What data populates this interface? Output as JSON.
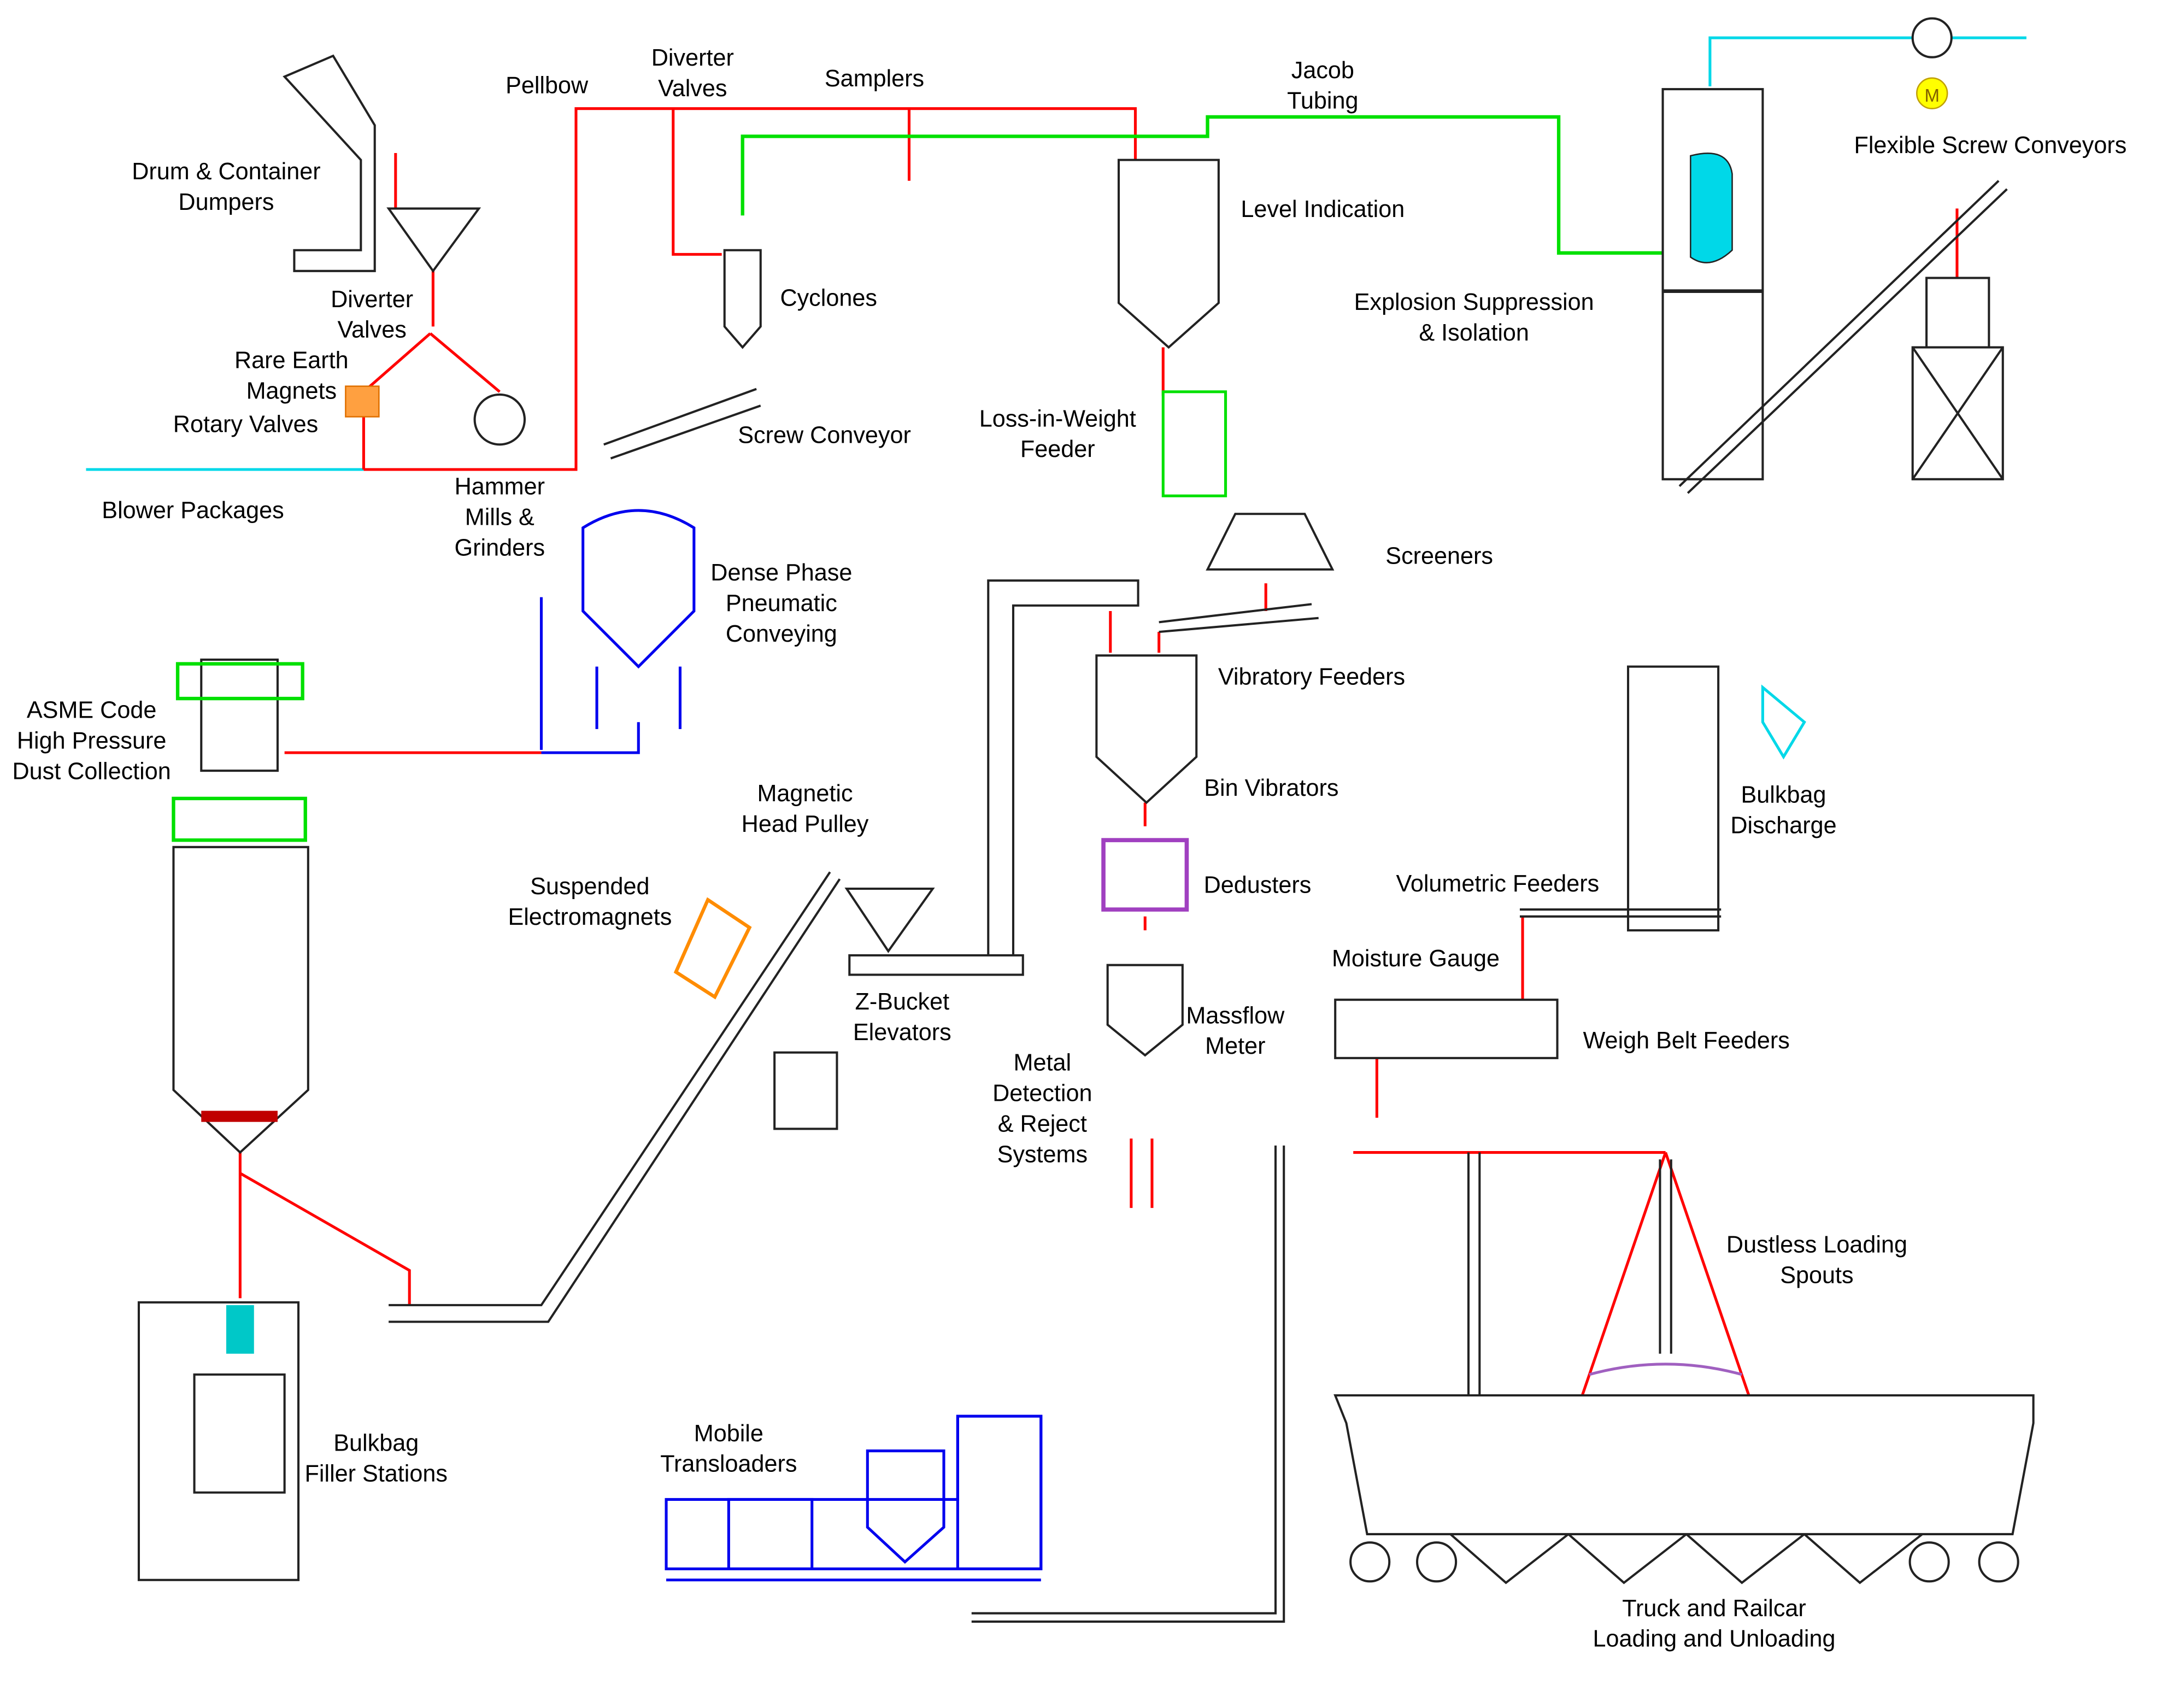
{
  "diagram": {
    "labels": {
      "drum_dumpers": [
        "Drum & Container",
        "Dumpers"
      ],
      "pellbow": [
        "Pellbow"
      ],
      "diverter_top": [
        "Diverter",
        "Valves"
      ],
      "samplers": [
        "Samplers"
      ],
      "jacob": [
        "Jacob",
        "Tubing"
      ],
      "flex_screw": [
        "Flexible Screw Conveyors"
      ],
      "level": [
        "Level Indication"
      ],
      "cyclones": [
        "Cyclones"
      ],
      "diverter_left": [
        "Diverter",
        "Valves"
      ],
      "magnets": [
        "Rare Earth",
        "Magnets"
      ],
      "rotary": [
        "Rotary Valves"
      ],
      "explosion": [
        "Explosion Suppression",
        "& Isolation"
      ],
      "screw": [
        "Screw Conveyor"
      ],
      "liw": [
        "Loss-in-Weight",
        "Feeder"
      ],
      "blower": [
        "Blower Packages"
      ],
      "hammer": [
        "Hammer",
        "Mills &",
        "Grinders"
      ],
      "dense": [
        "Dense Phase",
        "Pneumatic",
        "Conveying"
      ],
      "screeners": [
        "Screeners"
      ],
      "vibratory": [
        "Vibratory Feeders"
      ],
      "asme": [
        "ASME Code",
        "High Pressure",
        "Dust Collection"
      ],
      "bin_vib": [
        "Bin Vibrators"
      ],
      "bulkbag_discharge": [
        "Bulkbag",
        "Discharge"
      ],
      "head_pulley": [
        "Magnetic",
        "Head Pulley"
      ],
      "electromagnets": [
        "Suspended",
        "Electromagnets"
      ],
      "dedusters": [
        "Dedusters"
      ],
      "volumetric": [
        "Volumetric Feeders"
      ],
      "moisture": [
        "Moisture Gauge"
      ],
      "zbucket": [
        "Z-Bucket",
        "Elevators"
      ],
      "massflow": [
        "Massflow",
        "Meter"
      ],
      "weigh_belt": [
        "Weigh Belt Feeders"
      ],
      "metal": [
        "Metal",
        "Detection",
        "& Reject",
        "Systems"
      ],
      "dustless": [
        "Dustless Loading",
        "Spouts"
      ],
      "bulkbag_filler": [
        "Bulkbag",
        "Filler Stations"
      ],
      "mobile": [
        "Mobile",
        "Transloaders"
      ],
      "railcar": [
        "Truck and Railcar",
        "Loading and Unloading"
      ]
    },
    "motor_symbol": "M",
    "line_colors": {
      "process": "#ff0000",
      "vacuum": "#00e000",
      "air": "#00d8e8",
      "dense_phase": "#0000ee",
      "equipment": "#222222",
      "magnet": "#ff8c00",
      "deduster": "#a040c0"
    }
  }
}
